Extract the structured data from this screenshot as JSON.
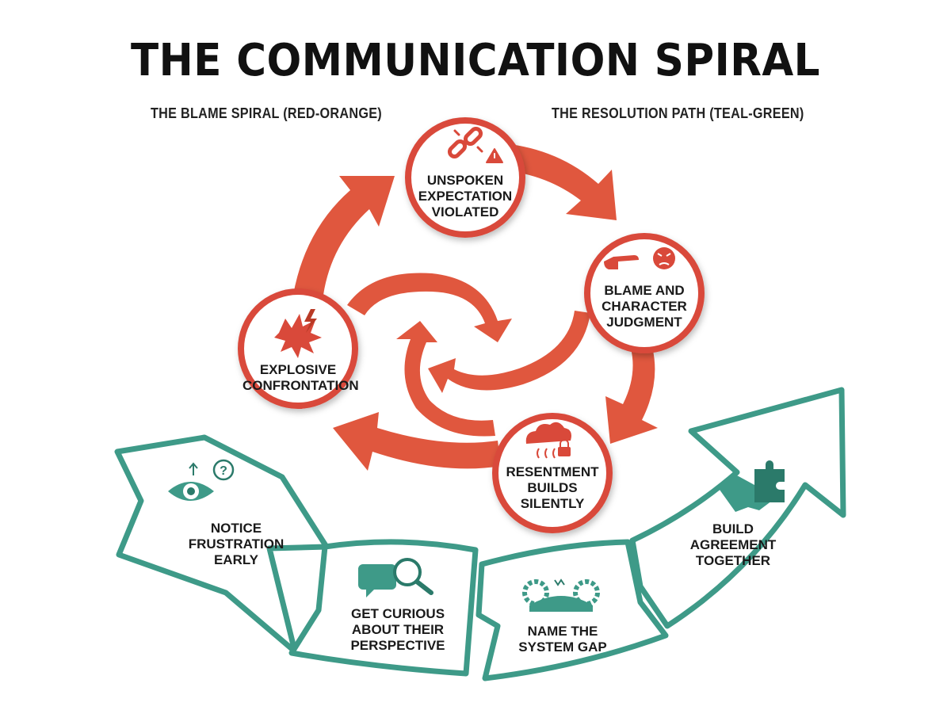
{
  "title": "THE COMMUNICATION SPIRAL",
  "subtitles": {
    "left": "THE BLAME SPIRAL (RED-ORANGE)",
    "right": "THE RESOLUTION PATH (TEAL-GREEN)"
  },
  "colors": {
    "red": "#e0573e",
    "red_dark": "#b93a26",
    "teal": "#3e9a88",
    "teal_dark": "#2b7a6a",
    "text": "#1a1a1a"
  },
  "blame_spiral": [
    {
      "label": "UNSPOKEN\nEXPECTATION\nVIOLATED",
      "icon": "broken-chain-warning-icon"
    },
    {
      "label": "BLAME AND\nCHARACTER\nJUDGMENT",
      "icon": "pointing-finger-angry-face-icon"
    },
    {
      "label": "RESENTMENT\nBUILDS\nSILENTLY",
      "icon": "storm-cloud-lock-icon"
    },
    {
      "label": "EXPLOSIVE\nCONFRONTATION",
      "icon": "explosion-lightning-icon"
    }
  ],
  "resolution_path": [
    {
      "label": "NOTICE\nFRUSTRATION\nEARLY",
      "icon": "eye-question-icon"
    },
    {
      "label": "GET CURIOUS\nABOUT THEIR\nPERSPECTIVE",
      "icon": "speech-magnifier-icon"
    },
    {
      "label": "NAME THE\nSYSTEM GAP",
      "icon": "gears-bridge-icon"
    },
    {
      "label": "BUILD\nAGREEMENT\nTOGETHER",
      "icon": "handshake-puzzle-icon"
    }
  ]
}
